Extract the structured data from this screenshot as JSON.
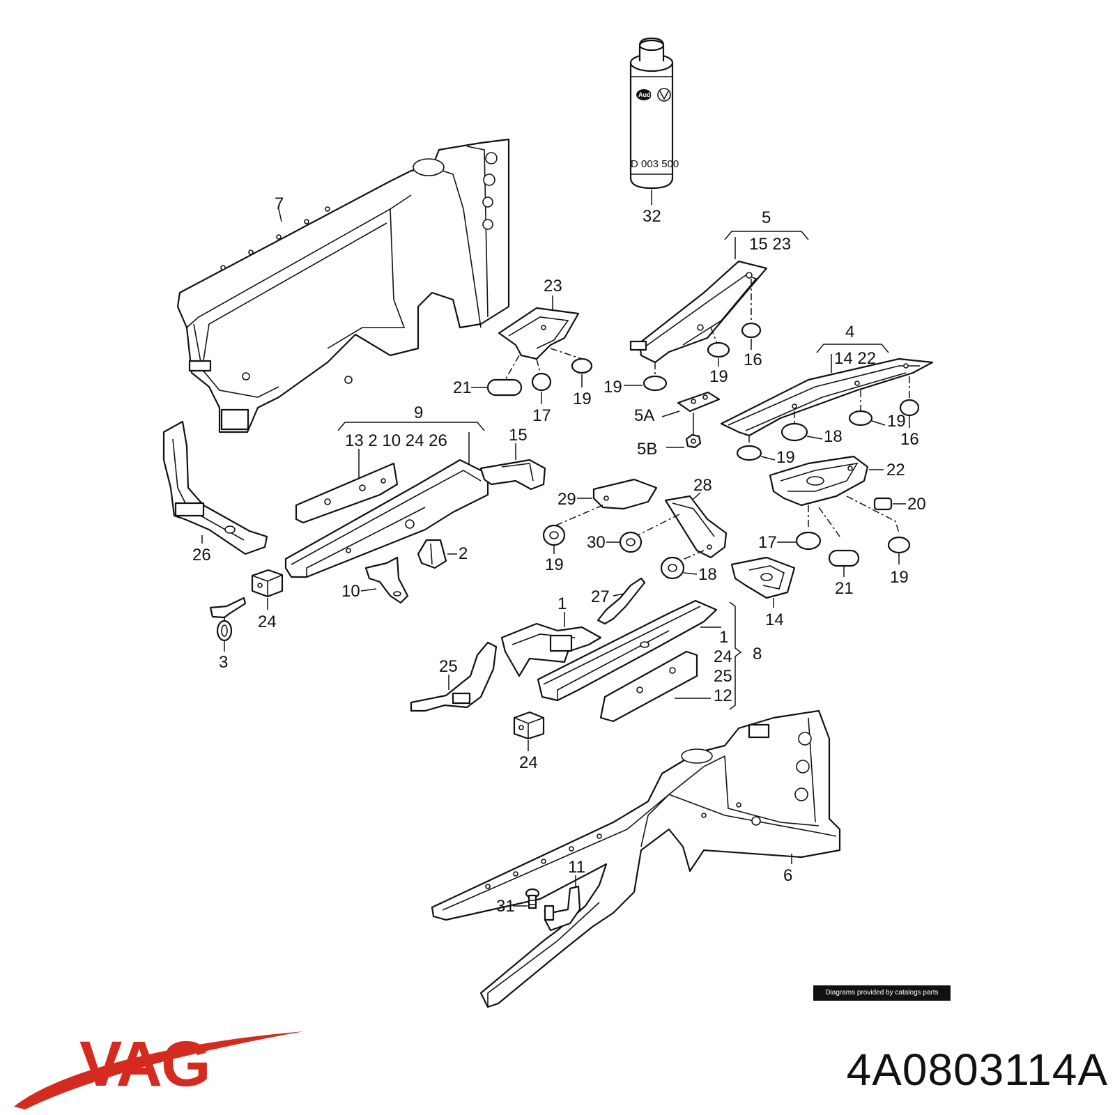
{
  "diagram": {
    "can": {
      "code": "D 003 500",
      "logo_text": "Audi"
    },
    "callouts": {
      "c7": "7",
      "c32": "32",
      "c5": "5",
      "c5_sub": "15  23",
      "c23": "23",
      "c21a": "21",
      "c17a": "17",
      "c19a": "19",
      "c19b": "19",
      "c19c": "19",
      "c16a": "16",
      "c4": "4",
      "c4_sub": "14  22",
      "c5A": "5A",
      "c5B": "5B",
      "c18a": "18",
      "c19d": "19",
      "c16b": "16",
      "c19e": "19",
      "c9": "9",
      "c9_sub": "13  2  10  24  26",
      "c15": "15",
      "c26": "26",
      "c2": "2",
      "c10": "10",
      "c24a": "24",
      "c3": "3",
      "c29": "29",
      "c28": "28",
      "c30": "30",
      "c19f": "19",
      "c18b": "18",
      "c22": "22",
      "c20": "20",
      "c17b": "17",
      "c21b": "21",
      "c19g": "19",
      "c14": "14",
      "c27": "27",
      "c1": "1",
      "c8": "8",
      "c8_list_1": "1",
      "c8_list_24": "24",
      "c8_list_25": "25",
      "c8_list_12": "12",
      "c25": "25",
      "c24b": "24",
      "c11": "11",
      "c31": "31",
      "c6": "6"
    }
  },
  "credit": "Diagrams provided by catalogs parts",
  "brand": {
    "name": "VAG",
    "color": "#d42a1f"
  },
  "part_number": "4A0803114A"
}
